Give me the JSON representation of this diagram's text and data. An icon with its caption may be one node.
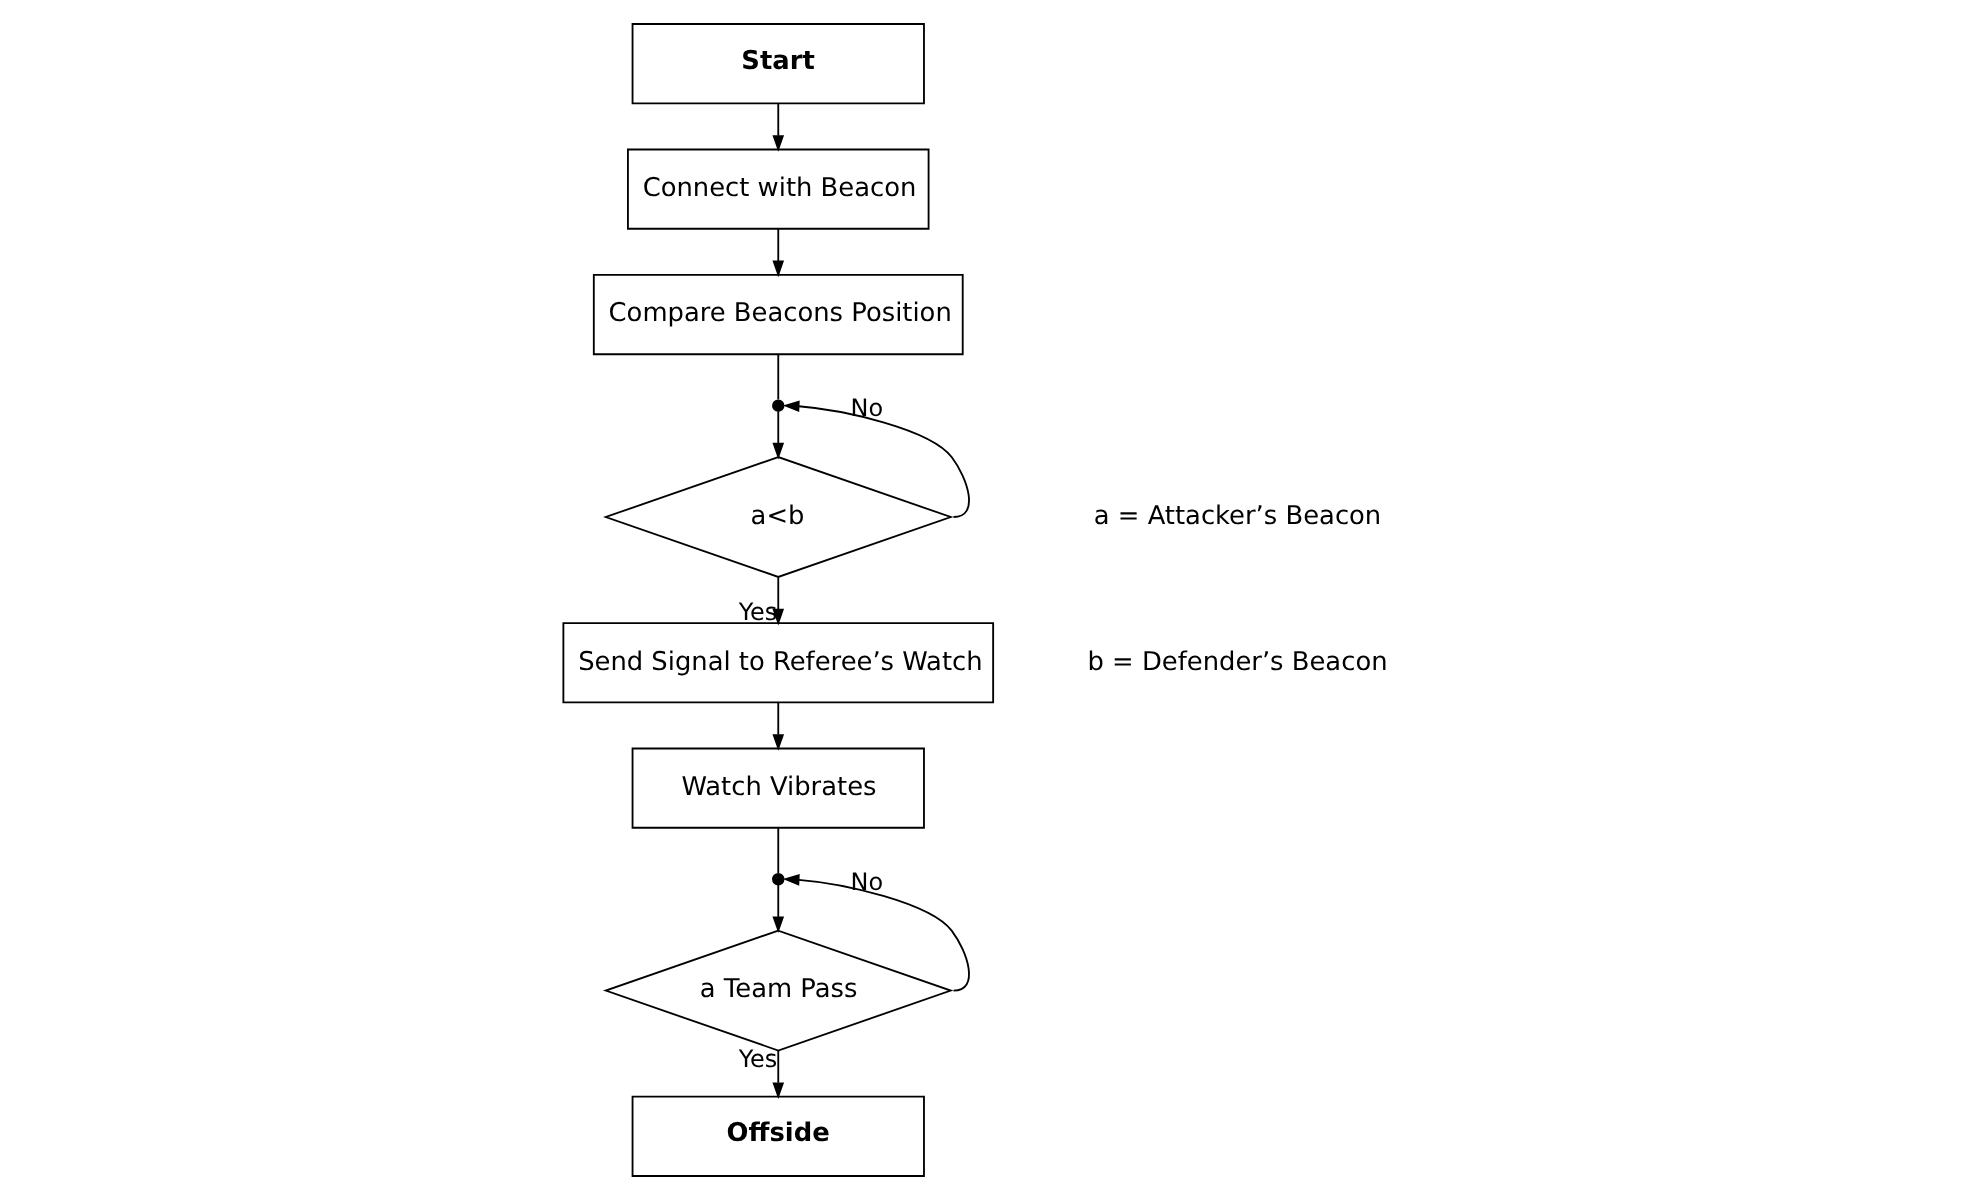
{
  "diagram": {
    "nodes": [
      {
        "text": [
          "Start"
        ]
      },
      {
        "text": [
          "Connect with Beacon"
        ]
      },
      {
        "text": [
          "Compare Beacons Position"
        ]
      },
      {
        "text": [],
        "shape": "circle"
      },
      {
        "text": [
          "a<b"
        ]
      },
      {
        "text": [
          "Send Signal to Referee’s Watch"
        ]
      },
      {
        "text": [
          "Watch Vibrates"
        ]
      },
      {
        "text": [],
        "shape": "circle"
      },
      {
        "text": [
          "a Team Pass"
        ]
      },
      {
        "text": [
          "Offside"
        ]
      }
    ],
    "edges": [
      {
        "from": 0,
        "to": 1,
        "arrow": "to"
      },
      {
        "from": 1,
        "to": 2,
        "arrow": "to"
      },
      {
        "from": 2,
        "to": 3,
        "arrow": "none"
      },
      {
        "from": 3,
        "to": 4,
        "arrow": "to"
      },
      {
        "from": 4,
        "to": 3,
        "arrow": "to",
        "label": "No"
      },
      {
        "from": 4,
        "to": 5,
        "arrow": "to",
        "label": "Yes"
      },
      {
        "from": 5,
        "to": 6,
        "arrow": "to"
      },
      {
        "from": 6,
        "to": 7,
        "arrow": "none"
      },
      {
        "from": 7,
        "to": 8,
        "arrow": "to"
      },
      {
        "from": 8,
        "to": 7,
        "arrow": "to",
        "label": "No"
      },
      {
        "from": 8,
        "to": 9,
        "arrow": "to",
        "label": "Yes"
      }
    ],
    "labels": [
      "a = Attacker’s Beacon",
      "b = Defender’s Beacon"
    ]
  }
}
